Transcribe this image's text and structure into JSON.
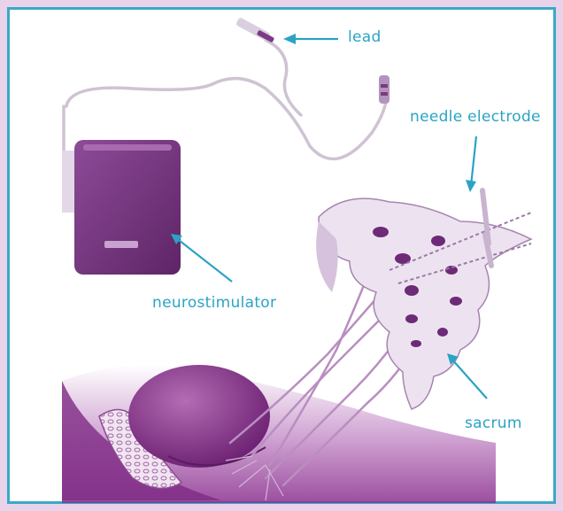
{
  "labels": {
    "lead": "lead",
    "needle_electrode": "needle electrode",
    "neurostimulator": "neurostimulator",
    "sacrum": "sacrum"
  },
  "colors": {
    "label": "#2aa3c5",
    "frame": "#3aa9c6",
    "device": "#7b3a86",
    "tissue": "#9a4a9c",
    "bone": "#ece4ef",
    "backdrop": "#e9d3ea"
  }
}
